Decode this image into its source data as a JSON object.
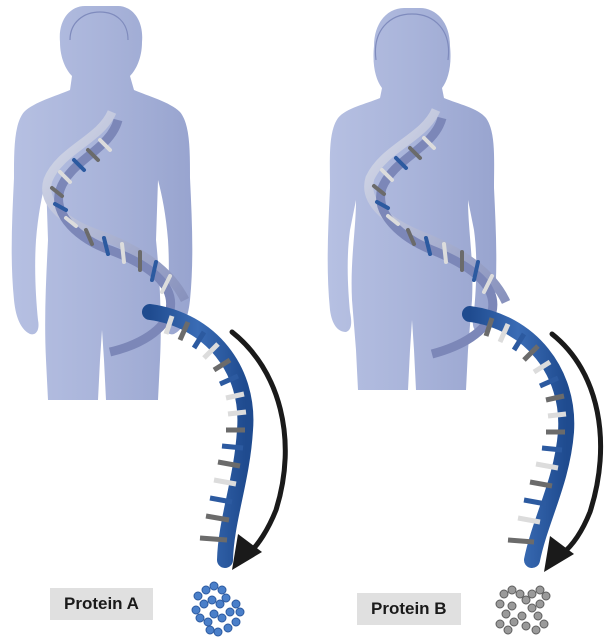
{
  "panels": [
    {
      "person": "man",
      "label": "Protein A",
      "strand_color": "#2c5aa0",
      "protein_color": "#4a7fc9"
    },
    {
      "person": "woman",
      "label": "Protein B",
      "strand_color": "#2c5aa0",
      "protein_color": "#8c8c8c"
    }
  ],
  "colors": {
    "body": "#a7b2d8",
    "dna_backbone": "#9aa6cf",
    "rung_light": "#dcdcdc",
    "rung_dark": "#6b6b6b",
    "arrow": "#1a1a1a"
  }
}
